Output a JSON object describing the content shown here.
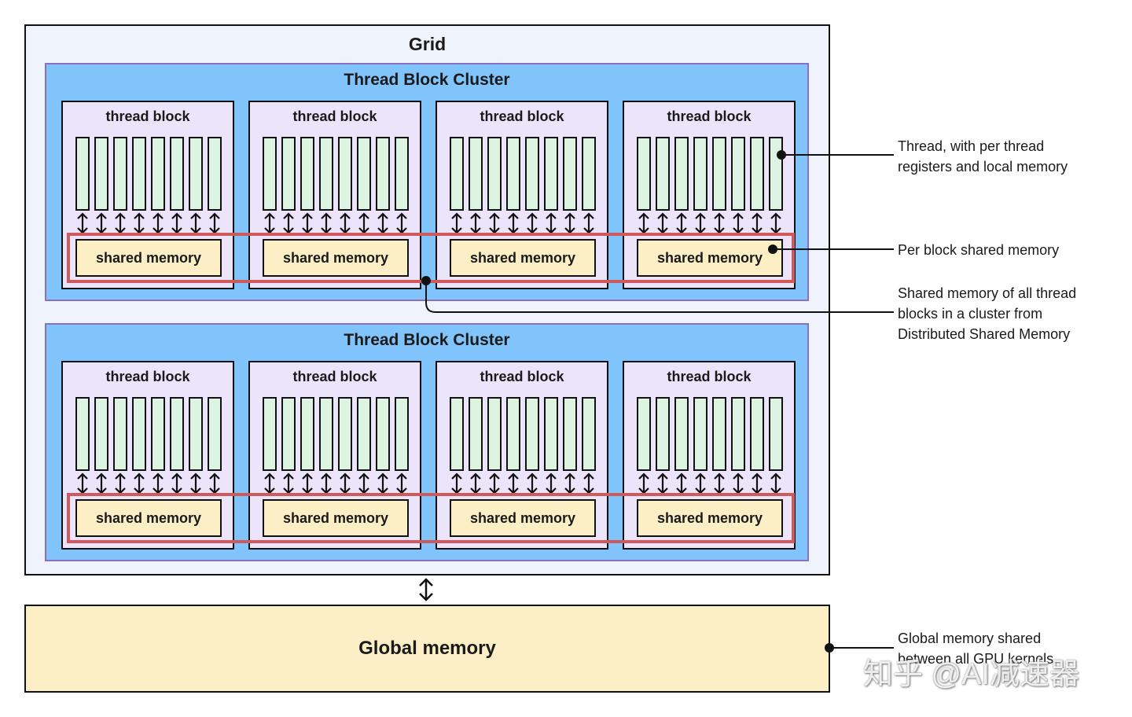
{
  "grid": {
    "title": "Grid"
  },
  "clusters": [
    {
      "title": "Thread Block Cluster",
      "blocks": [
        {
          "title": "thread block",
          "smem": "shared memory"
        },
        {
          "title": "thread block",
          "smem": "shared memory"
        },
        {
          "title": "thread block",
          "smem": "shared memory"
        },
        {
          "title": "thread block",
          "smem": "shared memory"
        }
      ]
    },
    {
      "title": "Thread Block Cluster",
      "blocks": [
        {
          "title": "thread block",
          "smem": "shared memory"
        },
        {
          "title": "thread block",
          "smem": "shared memory"
        },
        {
          "title": "thread block",
          "smem": "shared memory"
        },
        {
          "title": "thread block",
          "smem": "shared memory"
        }
      ]
    }
  ],
  "threads_per_block": 8,
  "global_memory": {
    "label": "Global memory"
  },
  "annotations": [
    {
      "text": "Thread, with per thread registers and local memory"
    },
    {
      "text": "Per block shared memory"
    },
    {
      "text": "Shared memory of all thread blocks in a cluster from Distributed Shared Memory"
    },
    {
      "text": "Global memory shared between all GPU kernels"
    }
  ],
  "watermark": "知乎 @AI减速器",
  "colors": {
    "grid_bg": "#eef3fc",
    "cluster_bg": "#80c4fb",
    "block_bg": "#ebe4fb",
    "thread_fill": "#ddf3e1",
    "shared_memory_fill": "#fcefc6",
    "distributed_shared_memory_outline": "#cf5a5c"
  }
}
